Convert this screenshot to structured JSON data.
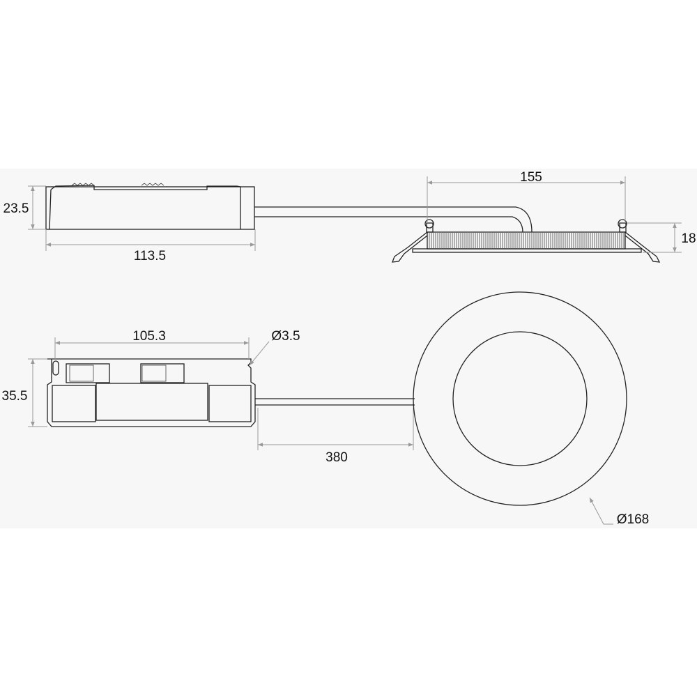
{
  "dimensions": {
    "driver_height": "23.5",
    "driver_length": "113.5",
    "lamp_cutout": "155",
    "lamp_height": "18",
    "mount_hole_spacing": "105.3",
    "mount_hole_diameter": "Ø3.5",
    "driver_width": "35.5",
    "cable_length": "380",
    "lamp_diameter": "Ø168"
  },
  "colors": {
    "background_band": "#f7f7f7",
    "line": "#222222",
    "dimension": "#999999"
  }
}
